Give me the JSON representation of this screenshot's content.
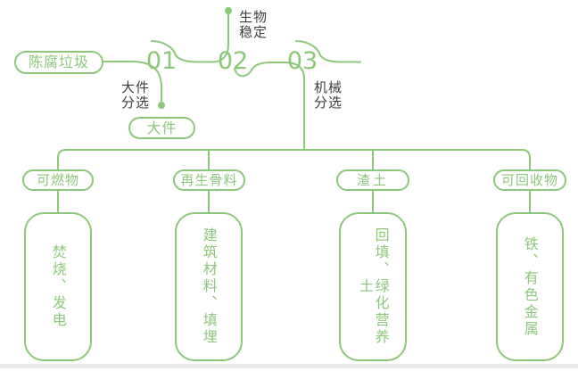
{
  "diagram": {
    "title_hint": "waste-treatment-flow",
    "source": {
      "label": "陈腐垃圾"
    },
    "steps": [
      {
        "number": "01",
        "process": "大件分选",
        "branch_output": "大件"
      },
      {
        "number": "02",
        "process": "生物稳定"
      },
      {
        "number": "03",
        "process": "机械分选"
      }
    ],
    "outputs": [
      {
        "category": "可燃物",
        "uses": "焚烧、发电"
      },
      {
        "category": "再生骨料",
        "uses": "建筑材料、填埋"
      },
      {
        "category": "渣土",
        "uses": "回填、绿化营养土"
      },
      {
        "category": "可回收物",
        "uses": "铁、有色金属"
      }
    ],
    "colors": {
      "line_green": "#8CC87A",
      "label_dark": "#3E3E3E",
      "background": "#FFFFFF",
      "bottom_strip": "#EAEAEA"
    }
  }
}
